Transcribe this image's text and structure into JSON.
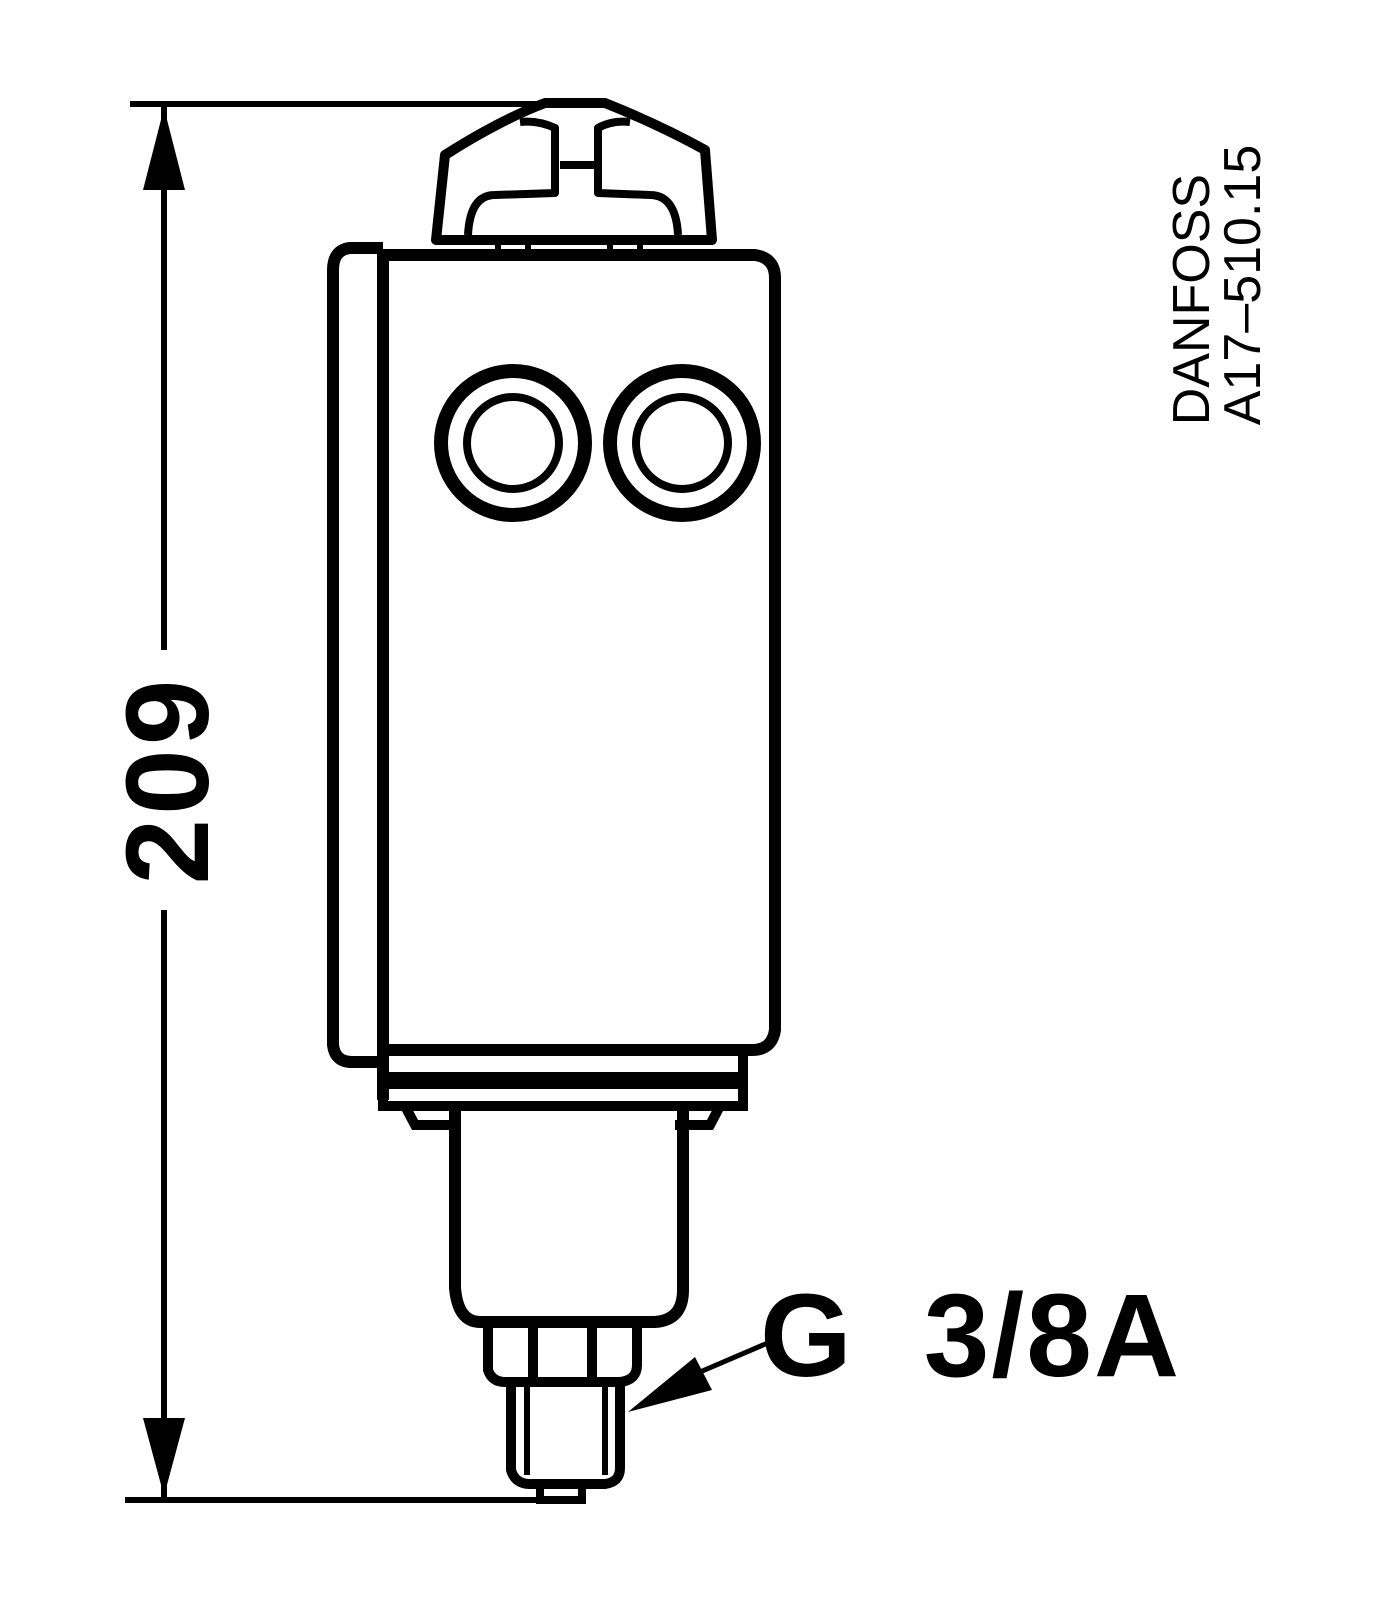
{
  "drawing": {
    "dimension": {
      "value": "209",
      "orientation": "vertical"
    },
    "thread": {
      "prefix": "G",
      "size": "3/8A"
    },
    "stamp": {
      "brand": "DANFOSS",
      "code": "A17–510.15"
    },
    "colors": {
      "line": "#000000",
      "background": "#ffffff"
    }
  }
}
